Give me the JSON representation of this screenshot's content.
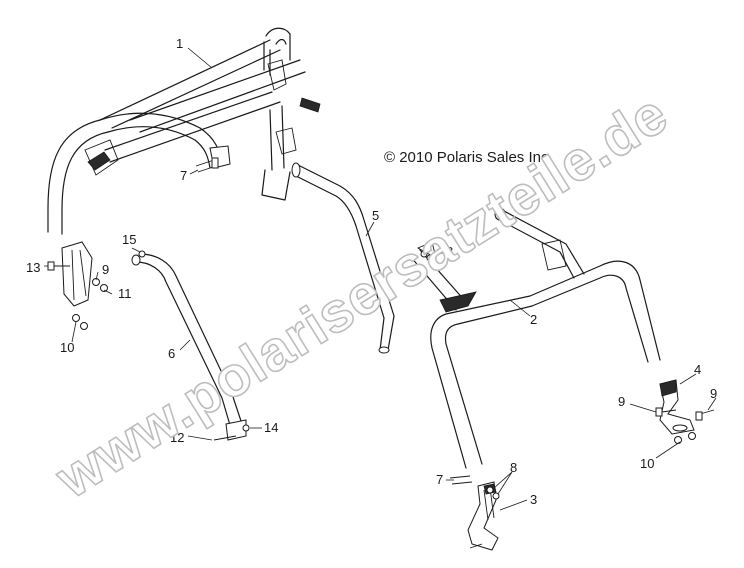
{
  "copyright": "© 2010 Polaris Sales Inc.",
  "watermark": "www.polarisersatzteile.de",
  "callouts": [
    {
      "id": "callout-1",
      "label": "1"
    },
    {
      "id": "callout-2",
      "label": "2"
    },
    {
      "id": "callout-3",
      "label": "3"
    },
    {
      "id": "callout-4",
      "label": "4"
    },
    {
      "id": "callout-5",
      "label": "5"
    },
    {
      "id": "callout-6",
      "label": "6"
    },
    {
      "id": "callout-7a",
      "label": "7"
    },
    {
      "id": "callout-7b",
      "label": "7"
    },
    {
      "id": "callout-8a",
      "label": "8"
    },
    {
      "id": "callout-8b",
      "label": "8"
    },
    {
      "id": "callout-9a",
      "label": "9"
    },
    {
      "id": "callout-9b",
      "label": "9"
    },
    {
      "id": "callout-9c",
      "label": "9"
    },
    {
      "id": "callout-10a",
      "label": "10"
    },
    {
      "id": "callout-10b",
      "label": "10"
    },
    {
      "id": "callout-11",
      "label": "11"
    },
    {
      "id": "callout-12",
      "label": "12"
    },
    {
      "id": "callout-13",
      "label": "13"
    },
    {
      "id": "callout-14",
      "label": "14"
    },
    {
      "id": "callout-15",
      "label": "15"
    }
  ]
}
